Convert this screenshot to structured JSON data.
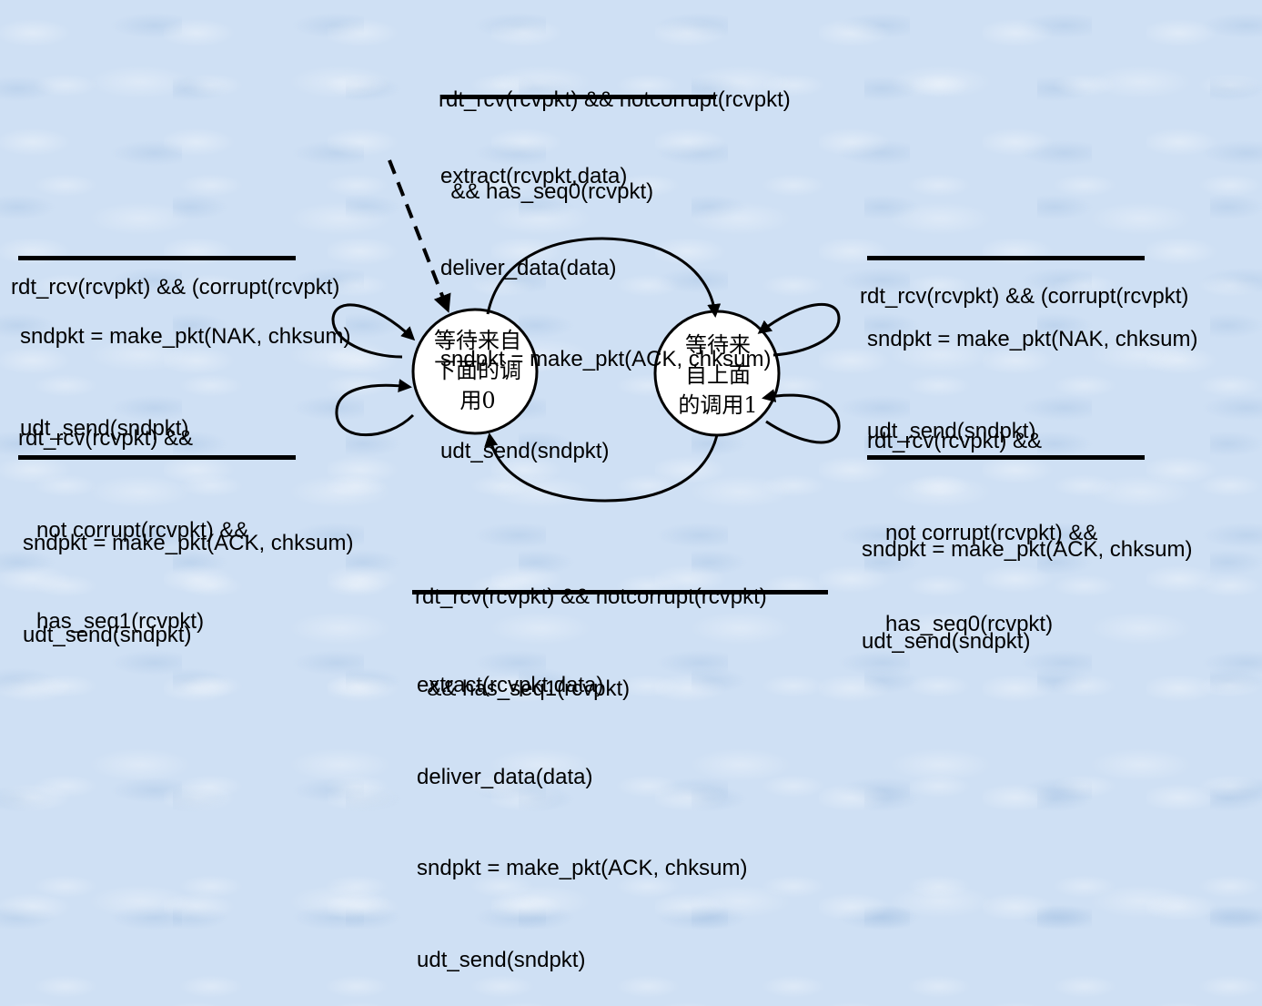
{
  "states": {
    "s0": {
      "lines": [
        "等待来自",
        "下面的调",
        "用0"
      ]
    },
    "s1": {
      "lines": [
        "等待来",
        "自上面",
        "的调用1"
      ]
    }
  },
  "transitions": {
    "top": {
      "condition": [
        "rdt_rcv(rcvpkt) && notcorrupt(rcvpkt)",
        "  && has_seq0(rcvpkt)"
      ],
      "actions": [
        "extract(rcvpkt,data)",
        "deliver_data(data)",
        "sndpkt = make_pkt(ACK, chksum)",
        "udt_send(sndpkt)"
      ]
    },
    "bottom": {
      "condition": [
        "rdt_rcv(rcvpkt) && notcorrupt(rcvpkt)",
        "  && has_seq1(rcvpkt)"
      ],
      "actions": [
        "extract(rcvpkt,data)",
        "deliver_data(data)",
        "sndpkt = make_pkt(ACK, chksum)",
        "udt_send(sndpkt)"
      ]
    },
    "left_corrupt": {
      "condition": [
        "rdt_rcv(rcvpkt) && (corrupt(rcvpkt)"
      ],
      "actions": [
        "sndpkt = make_pkt(NAK, chksum)",
        "udt_send(sndpkt)"
      ]
    },
    "left_dup": {
      "condition": [
        "rdt_rcv(rcvpkt) &&",
        "   not corrupt(rcvpkt) &&",
        "   has_seq1(rcvpkt)"
      ],
      "actions": [
        "sndpkt = make_pkt(ACK, chksum)",
        "udt_send(sndpkt)"
      ]
    },
    "right_corrupt": {
      "condition": [
        "rdt_rcv(rcvpkt) && (corrupt(rcvpkt)"
      ],
      "actions": [
        "sndpkt = make_pkt(NAK, chksum)",
        "udt_send(sndpkt)"
      ]
    },
    "right_dup": {
      "condition": [
        "rdt_rcv(rcvpkt) &&",
        "   not corrupt(rcvpkt) &&",
        "   has_seq0(rcvpkt)"
      ],
      "actions": [
        "sndpkt = make_pkt(ACK, chksum)",
        "udt_send(sndpkt)"
      ]
    }
  }
}
